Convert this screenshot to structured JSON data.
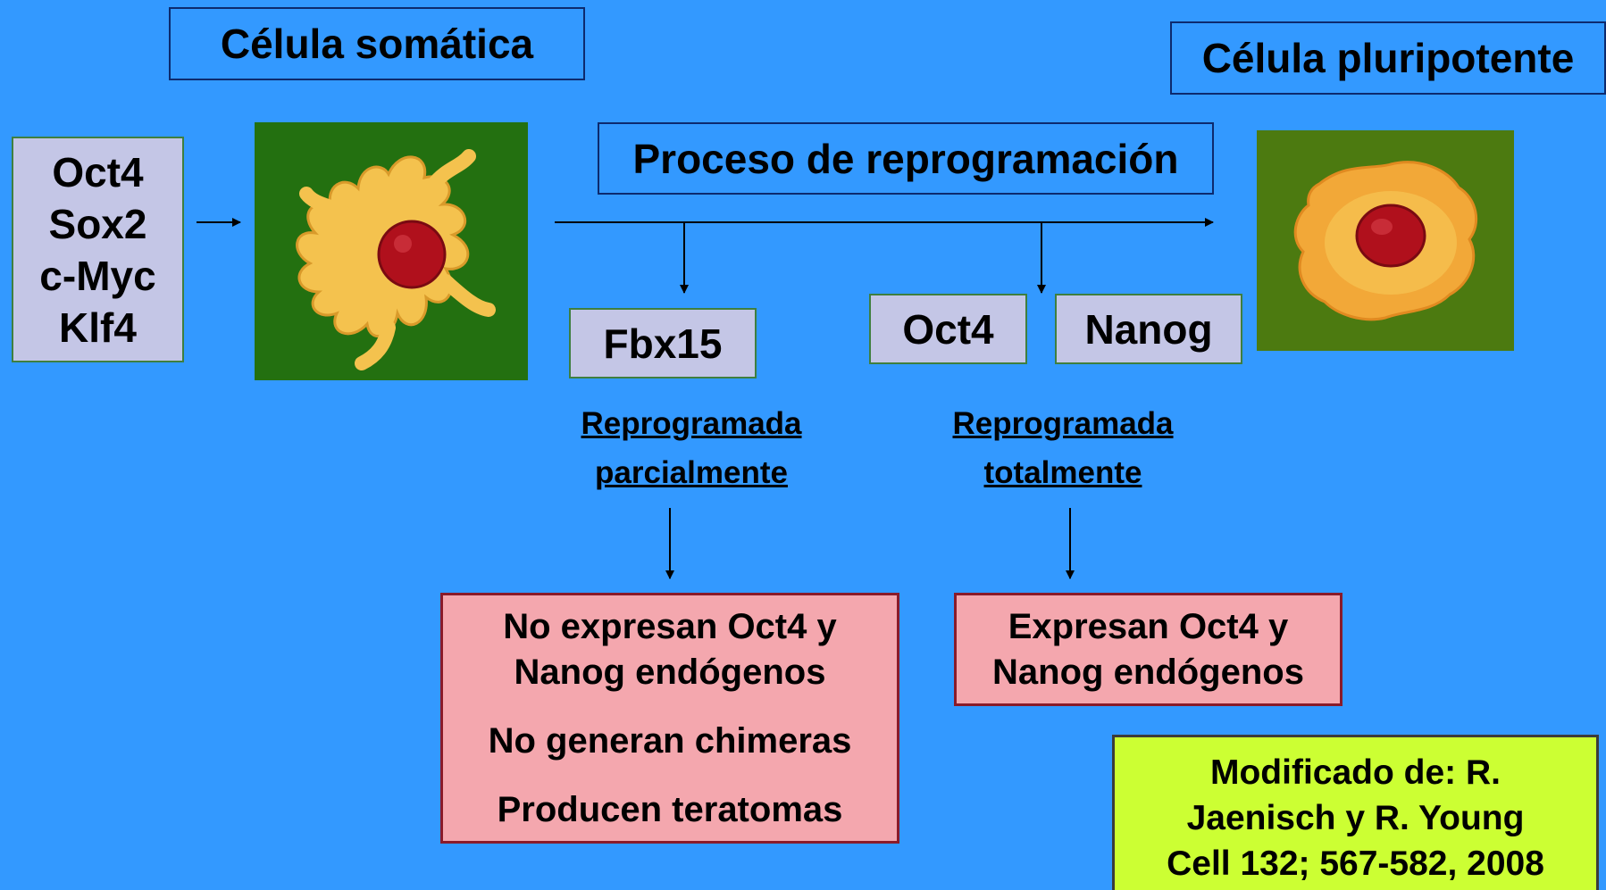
{
  "title_somatic": "Célula somática",
  "title_pluripotent": "Célula pluripotente",
  "title_process": "Proceso de reprogramación",
  "factors": [
    "Oct4",
    "Sox2",
    "c-Myc",
    "Klf4"
  ],
  "marker_fbx15": "Fbx15",
  "marker_oct4": "Oct4",
  "marker_nanog": "Nanog",
  "partial_label": [
    "Reprogramada",
    "parcialmente"
  ],
  "total_label": [
    "Reprogramada",
    "totalmente"
  ],
  "partial_result": {
    "line1": "No expresan Oct4 y",
    "line2": "Nanog endógenos",
    "line3": "No generan chimeras",
    "line4": "Producen teratomas"
  },
  "total_result": {
    "line1": "Expresan Oct4 y",
    "line2": "Nanog endógenos"
  },
  "citation": [
    "Modificado de: R.",
    "Jaenisch y R. Young",
    "Cell 132; 567-582, 2008"
  ],
  "colors": {
    "background": "#3399ff",
    "cell_background_somatic": "#237010",
    "cell_background_pluripotent": "#4c7a10",
    "cell_body": "#f4c24e",
    "nucleus": "#b0101c",
    "marker_box": "#c4c6e6",
    "result_box": "#f4a7ae",
    "citation_box": "#ccff33"
  }
}
